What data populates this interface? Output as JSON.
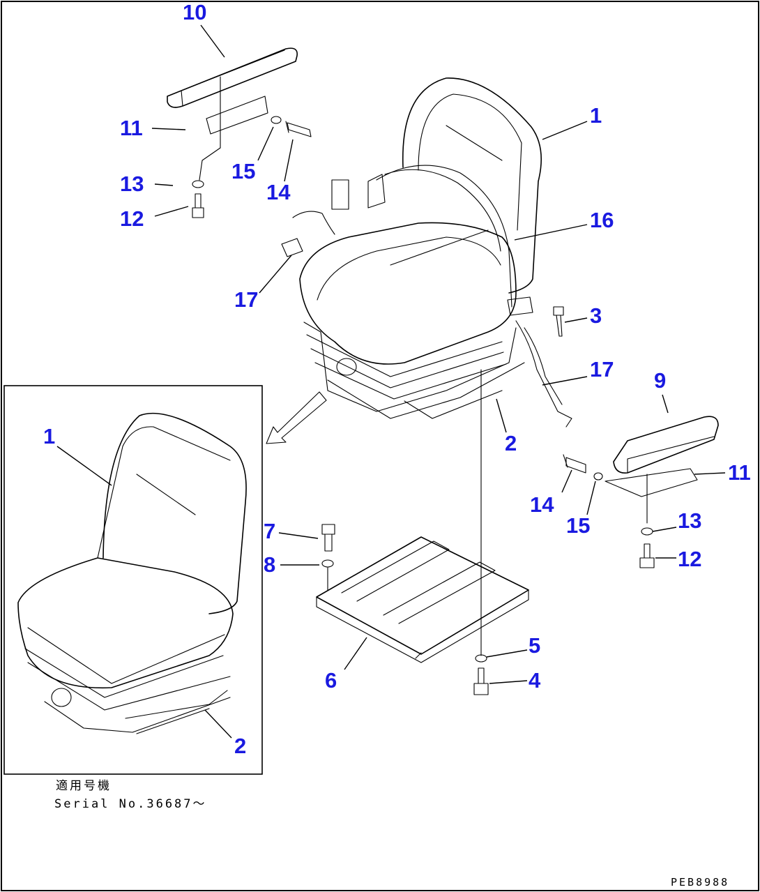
{
  "callouts": {
    "c10": "10",
    "c11a": "11",
    "c13a": "13",
    "c12a": "12",
    "c15a": "15",
    "c14a": "14",
    "c1a": "1",
    "c16": "16",
    "c17a": "17",
    "c3": "3",
    "c17b": "17",
    "c2a": "2",
    "c9": "9",
    "c11b": "11",
    "c14b": "14",
    "c15b": "15",
    "c13b": "13",
    "c12b": "12",
    "c7": "7",
    "c8": "8",
    "c5": "5",
    "c4": "4",
    "c6": "6",
    "c1b": "1",
    "c2b": "2"
  },
  "inset": {
    "caption_line1": "適用号機",
    "caption_line2": "Serial No.36687～"
  },
  "drawing_code": "PEB8988"
}
